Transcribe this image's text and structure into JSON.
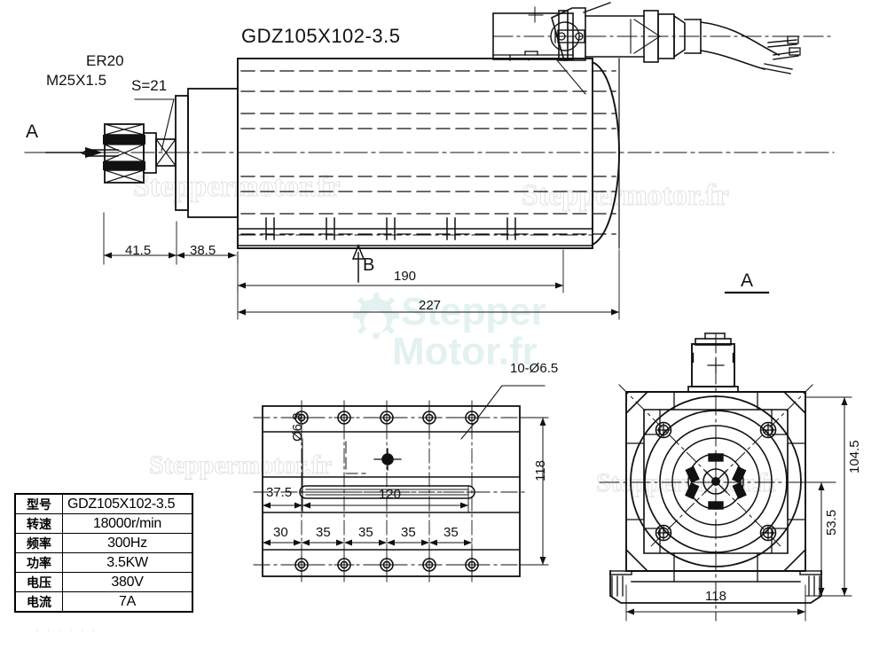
{
  "drawing": {
    "title": "GDZ105X102-3.5",
    "collet_label": "ER20",
    "thread_label": "M25X1.5",
    "spanner_label": "S=21",
    "section_a_left": "A",
    "section_a_right": "A",
    "section_b": "B",
    "hole_callout": "10-Ø6.5",
    "keyway_callout": "Ø6.3"
  },
  "dimensions": {
    "front_view": [
      {
        "name": "nose-length",
        "value": "41.5"
      },
      {
        "name": "flange-length",
        "value": "38.5"
      },
      {
        "name": "body-length",
        "value": "190"
      },
      {
        "name": "overall-length",
        "value": "227"
      }
    ],
    "bottom_view": [
      {
        "name": "slot-offset",
        "value": "37.5"
      },
      {
        "name": "slot-length",
        "value": "120"
      },
      {
        "name": "plate-width",
        "value": "118"
      },
      {
        "name": "hole-edge",
        "value": "30"
      },
      {
        "name": "hole-pitch-1",
        "value": "35"
      },
      {
        "name": "hole-pitch-2",
        "value": "35"
      },
      {
        "name": "hole-pitch-3",
        "value": "35"
      },
      {
        "name": "hole-pitch-4",
        "value": "35"
      }
    ],
    "side_view": [
      {
        "name": "body-width",
        "value": "118"
      },
      {
        "name": "center-height",
        "value": "104.5"
      },
      {
        "name": "foot-height",
        "value": "53.5"
      }
    ]
  },
  "spec_table": {
    "rows": [
      {
        "key": "型号",
        "value": "GDZ105X102-3.5"
      },
      {
        "key": "转速",
        "value": "18000r/min"
      },
      {
        "key": "频率",
        "value": "300Hz"
      },
      {
        "key": "功率",
        "value": "3.5KW"
      },
      {
        "key": "电压",
        "value": "380V"
      },
      {
        "key": "电流",
        "value": "7A"
      }
    ]
  },
  "watermarks": {
    "gray_left": "Steppermotor.fr",
    "gray_right": "Steppermotor.fr",
    "gray_lower": "Steppermotor.fr",
    "cyan_line1": "Stepper",
    "cyan_line2": "Motor.fr"
  },
  "colors": {
    "line": "#111111",
    "watermark_gray": "#e3e3e6",
    "watermark_cyan": "#e3f1f1",
    "background": "#ffffff"
  }
}
